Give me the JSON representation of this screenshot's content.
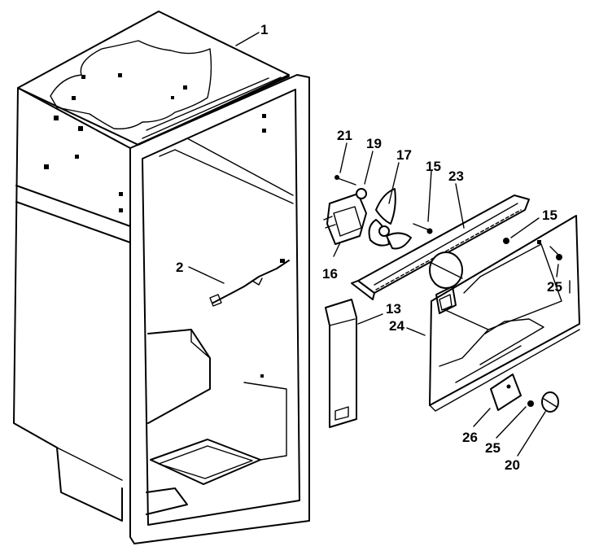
{
  "diagram": {
    "callouts": [
      {
        "id": "c1",
        "label": "1"
      },
      {
        "id": "c2",
        "label": "2"
      },
      {
        "id": "c21",
        "label": "21"
      },
      {
        "id": "c19",
        "label": "19"
      },
      {
        "id": "c17",
        "label": "17"
      },
      {
        "id": "c15a",
        "label": "15"
      },
      {
        "id": "c23",
        "label": "23"
      },
      {
        "id": "c15b",
        "label": "15"
      },
      {
        "id": "c16",
        "label": "16"
      },
      {
        "id": "c25a",
        "label": "25"
      },
      {
        "id": "c13",
        "label": "13"
      },
      {
        "id": "c24",
        "label": "24"
      },
      {
        "id": "c26",
        "label": "26"
      },
      {
        "id": "c25b",
        "label": "25"
      },
      {
        "id": "c20",
        "label": "20"
      }
    ]
  }
}
